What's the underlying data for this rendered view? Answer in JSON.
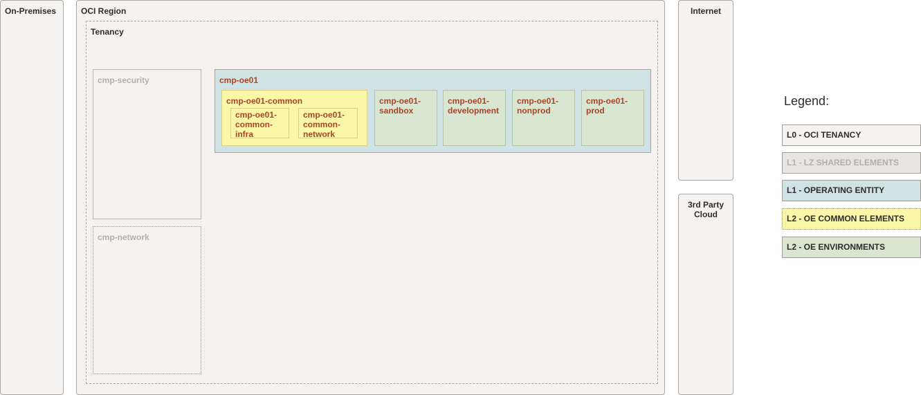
{
  "zones": {
    "on_premises": "On-Premises",
    "oci_region": "OCI Region",
    "internet": "Internet",
    "third_party_cloud": "3rd Party\nCloud"
  },
  "tenancy": {
    "label": "Tenancy"
  },
  "shared_compartments": {
    "security": "cmp-security",
    "network": "cmp-network"
  },
  "operating_entity": {
    "label": "cmp-oe01",
    "common": {
      "label": "cmp-oe01-common",
      "infra": "cmp-oe01-\ncommon-\ninfra",
      "network": "cmp-oe01-\ncommon-\nnetwork"
    },
    "environments": [
      "cmp-oe01-\nsandbox",
      "cmp-oe01-\ndevelopment",
      "cmp-oe01-\nnonprod",
      "cmp-oe01-\nprod"
    ]
  },
  "legend": {
    "title": "Legend:",
    "items": [
      {
        "label": "L0 - OCI TENANCY",
        "bg": "#f4f3f1",
        "text_color": "#2f2c29"
      },
      {
        "label": "L1 - LZ SHARED ELEMENTS",
        "bg": "#e6e5e3",
        "text_color": "#b2afab"
      },
      {
        "label": "L1 - OPERATING ENTITY",
        "bg": "#cfe2e6",
        "text_color": "#2f2c29"
      },
      {
        "label": "L2 - OE COMMON ELEMENTS",
        "bg": "#faf7a9",
        "text_color": "#2f2c29"
      },
      {
        "label": "L2 - OE ENVIRONMENTS",
        "bg": "#d8e6d2",
        "text_color": "#2f2c29"
      }
    ]
  },
  "colors": {
    "panel_bg": "#f4f3f1",
    "panel_border": "#a9a6a1",
    "operating_entity": "#cfe2e6",
    "common_elements": "#faf7a9",
    "environments": "#d8e6d2",
    "compartment_text": "#a7452a",
    "shared_text": "#b2afab"
  }
}
